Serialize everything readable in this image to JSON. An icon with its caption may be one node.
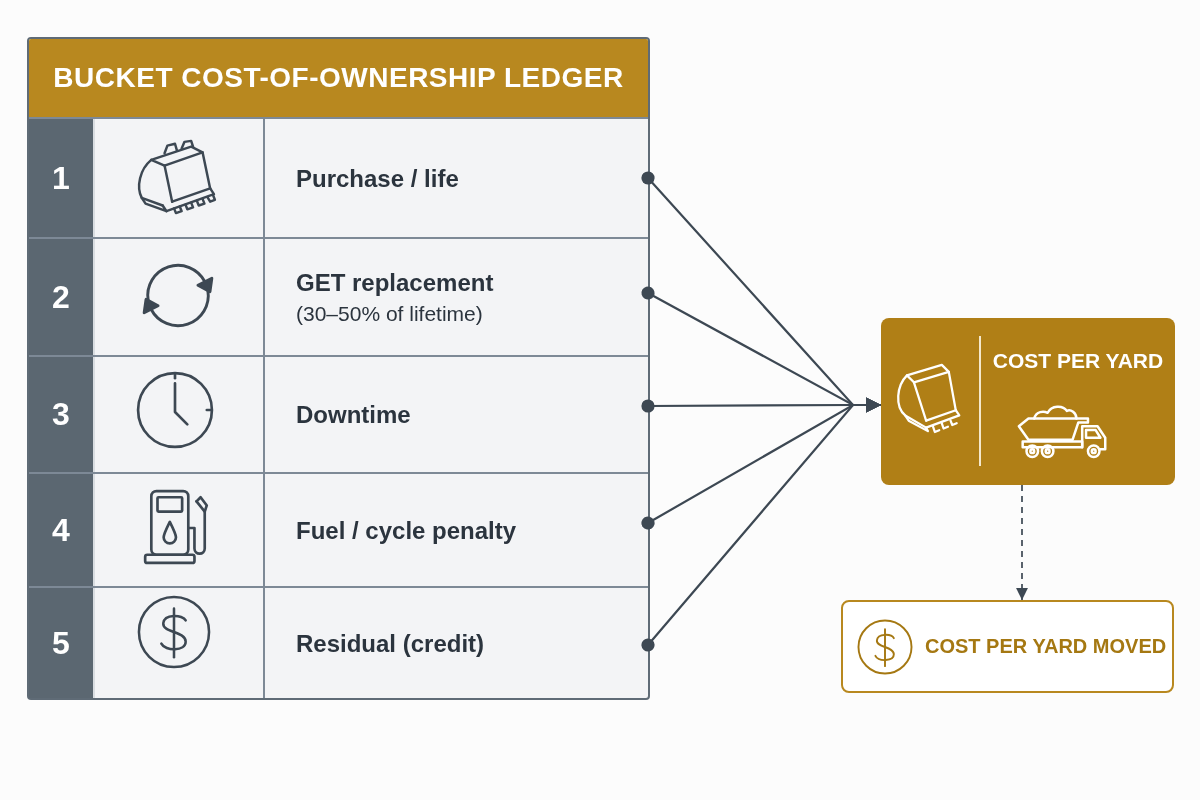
{
  "diagram": {
    "nodes": [
      {
        "text": [
          "BUCKET COST-OF-OWNERSHIP LEDGER"
        ]
      },
      {
        "text": [
          "1",
          "Purchase / life"
        ],
        "in": 0
      },
      {
        "text": [
          "2",
          "GET replacement",
          "(30–50% of lifetime)"
        ],
        "in": 0
      },
      {
        "text": [
          "3",
          "Downtime"
        ],
        "in": 0
      },
      {
        "text": [
          "4",
          "Fuel / cycle penalty"
        ],
        "in": 0
      },
      {
        "text": [
          "5",
          "Residual (credit)"
        ],
        "in": 0
      },
      {
        "text": [
          "COST PER YARD"
        ]
      },
      {
        "text": [
          "COST PER YARD MOVED"
        ]
      }
    ],
    "edges": [
      {
        "from": 1,
        "to": 6,
        "arrow": "to"
      },
      {
        "from": 2,
        "to": 6,
        "arrow": "to"
      },
      {
        "from": 3,
        "to": 6,
        "arrow": "to"
      },
      {
        "from": 4,
        "to": 6,
        "arrow": "to"
      },
      {
        "from": 5,
        "to": 6,
        "arrow": "to"
      },
      {
        "from": 6,
        "to": 7,
        "arrow": "to",
        "style": "dashed"
      }
    ]
  }
}
